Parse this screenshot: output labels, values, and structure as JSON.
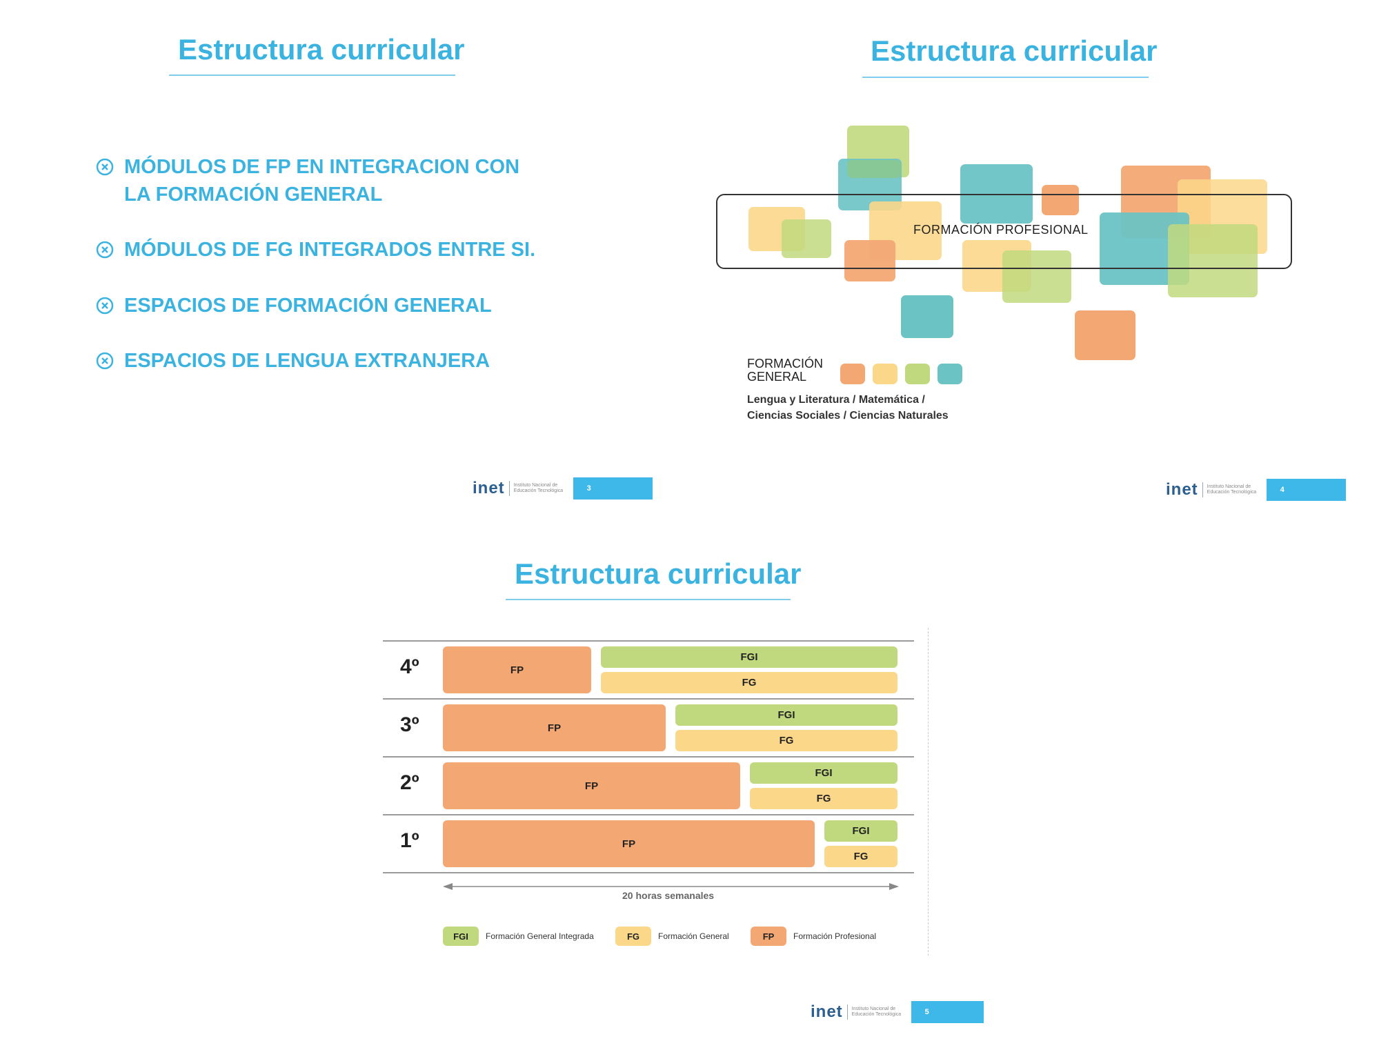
{
  "slides": [
    {
      "title": "Estructura curricular",
      "bullets": [
        "MÓDULOS DE FP EN INTEGRACION CON LA FORMACIÓN GENERAL",
        "MÓDULOS DE FG INTEGRADOS ENTRE SI.",
        "ESPACIOS DE FORMACIÓN GENERAL",
        "ESPACIOS DE LENGUA EXTRANJERA"
      ],
      "bullet_icon": "circle-x-icon",
      "footer": {
        "logo": "inet",
        "institution": "Instituto Nacional de Educación Tecnológica",
        "page": "3"
      }
    },
    {
      "title": "Estructura curricular",
      "box_label": "FORMACIÓN PROFESIONAL",
      "legend_label": "FORMACIÓN GENERAL",
      "legend_colors": [
        "#f3a874",
        "#fbd78a",
        "#c1d97e",
        "#6cc3c4"
      ],
      "subjects": "Lengua y Literatura / Matemática / Ciencias Sociales / Ciencias Naturales",
      "footer": {
        "logo": "inet",
        "institution": "Instituto Nacional de Educación Tecnológica",
        "page": "4"
      }
    },
    {
      "title": "Estructura curricular",
      "rows": [
        {
          "year": "4º",
          "fp": "FP",
          "fgi": "FGI",
          "fg": "FG"
        },
        {
          "year": "3º",
          "fp": "FP",
          "fgi": "FGI",
          "fg": "FG"
        },
        {
          "year": "2º",
          "fp": "FP",
          "fgi": "FGI",
          "fg": "FG"
        },
        {
          "year": "1º",
          "fp": "FP",
          "fgi": "FGI",
          "fg": "FG"
        }
      ],
      "axis_label": "20 horas semanales",
      "legend": [
        {
          "code": "FGI",
          "label": "Formación General Integrada"
        },
        {
          "code": "FG",
          "label": "Formación General"
        },
        {
          "code": "FP",
          "label": "Formación Profesional"
        }
      ],
      "footer": {
        "logo": "inet",
        "institution": "Instituto Nacional de Educación Tecnológica",
        "page": "5"
      }
    }
  ],
  "colors": {
    "accent": "#3bb3e0",
    "fp": "#f3a874",
    "fgi": "#c1d97e",
    "fg": "#fbd78a",
    "teal": "#6cc3c4"
  }
}
